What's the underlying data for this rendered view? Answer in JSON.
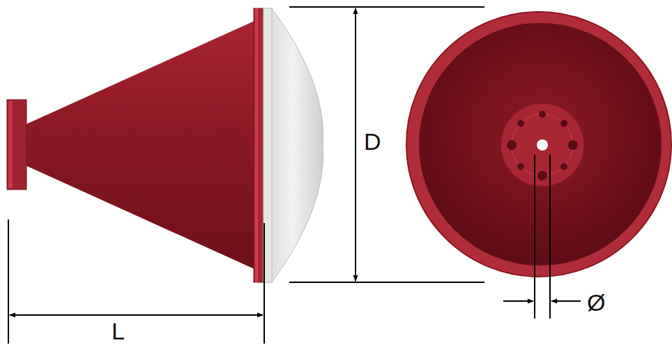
{
  "diagram": {
    "labels": [
      "D",
      "L",
      "Ø"
    ]
  }
}
